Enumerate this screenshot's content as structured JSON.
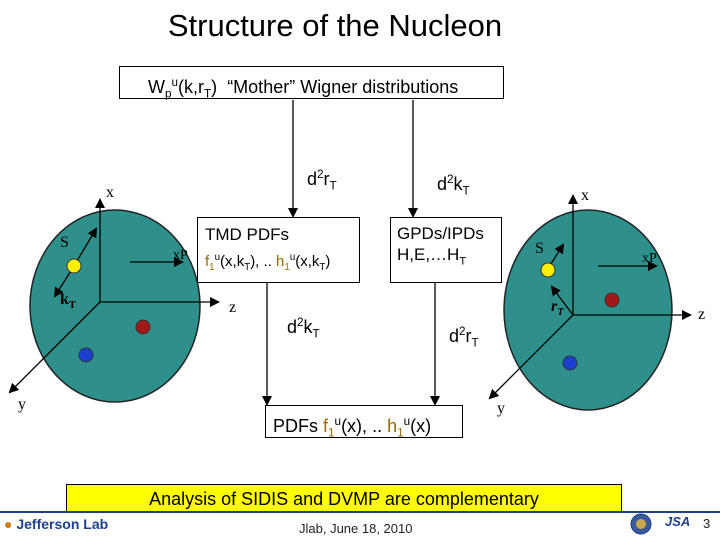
{
  "title": "Structure of the Nucleon",
  "wigner": {
    "w": "W",
    "w_sub": "p",
    "w_sup": "u",
    "args_open": "(k,r",
    "args_sub": "T",
    "args_close": ")",
    "label": "“Mother” Wigner distributions"
  },
  "edges": {
    "left_top": "d",
    "left_top_sup": "2",
    "left_top_var": "r",
    "left_top_sub": "T",
    "right_top": "d",
    "right_top_sup": "2",
    "right_top_var": "k",
    "right_top_sub": "T",
    "left_bottom": "d",
    "left_bottom_sup": "2",
    "left_bottom_var": "k",
    "left_bottom_sub": "T",
    "right_bottom": "d",
    "right_bottom_sup": "2",
    "right_bottom_var": "r",
    "right_bottom_sub": "T"
  },
  "tmd": {
    "heading": "TMD PDFs",
    "f": "f",
    "f_sub": "1",
    "f_sup": "u",
    "f_args": "(x,k",
    "f_args_sub": "T",
    "f_args_close": "),",
    "dots": " .. ",
    "h": "h",
    "h_sub": "1",
    "h_sup": "u",
    "h_args": "(x,k",
    "h_args_sub": "T",
    "h_args_close": ")"
  },
  "gpd": {
    "line1": "GPDs/IPDs",
    "line2": "H,E,…H",
    "line2_sub": "T"
  },
  "pdf": {
    "prefix": "PDFs ",
    "f": "f",
    "f_sub": "1",
    "f_sup": "u",
    "f_args": "(x),",
    "dots": " .. ",
    "h": "h",
    "h_sub": "1",
    "h_sup": "u",
    "h_args": "(x)"
  },
  "left_sphere": {
    "x": "x",
    "s": "S",
    "xp": "xP",
    "kt": "k",
    "kt_sub": "T",
    "z": "z",
    "y": "y"
  },
  "right_sphere": {
    "x": "x",
    "s": "S",
    "xp": "xP",
    "rt": "r",
    "rt_sub": "T",
    "z": "z",
    "y": "y"
  },
  "analysis": "Analysis of SIDIS and DVMP are complementary",
  "footer": {
    "lab": "Jefferson Lab",
    "date": "Jlab, June 18, 2010",
    "jsa": "JSA",
    "page": "3"
  },
  "colors": {
    "sphere": "#2f8f8a",
    "red_quark": "#a01818",
    "blue_quark": "#1a3fd0",
    "yellow_quark": "#ffee00",
    "highlight": "#ffff00",
    "orange_text": "#9a6a00",
    "brand_blue": "#1c3f8f"
  }
}
